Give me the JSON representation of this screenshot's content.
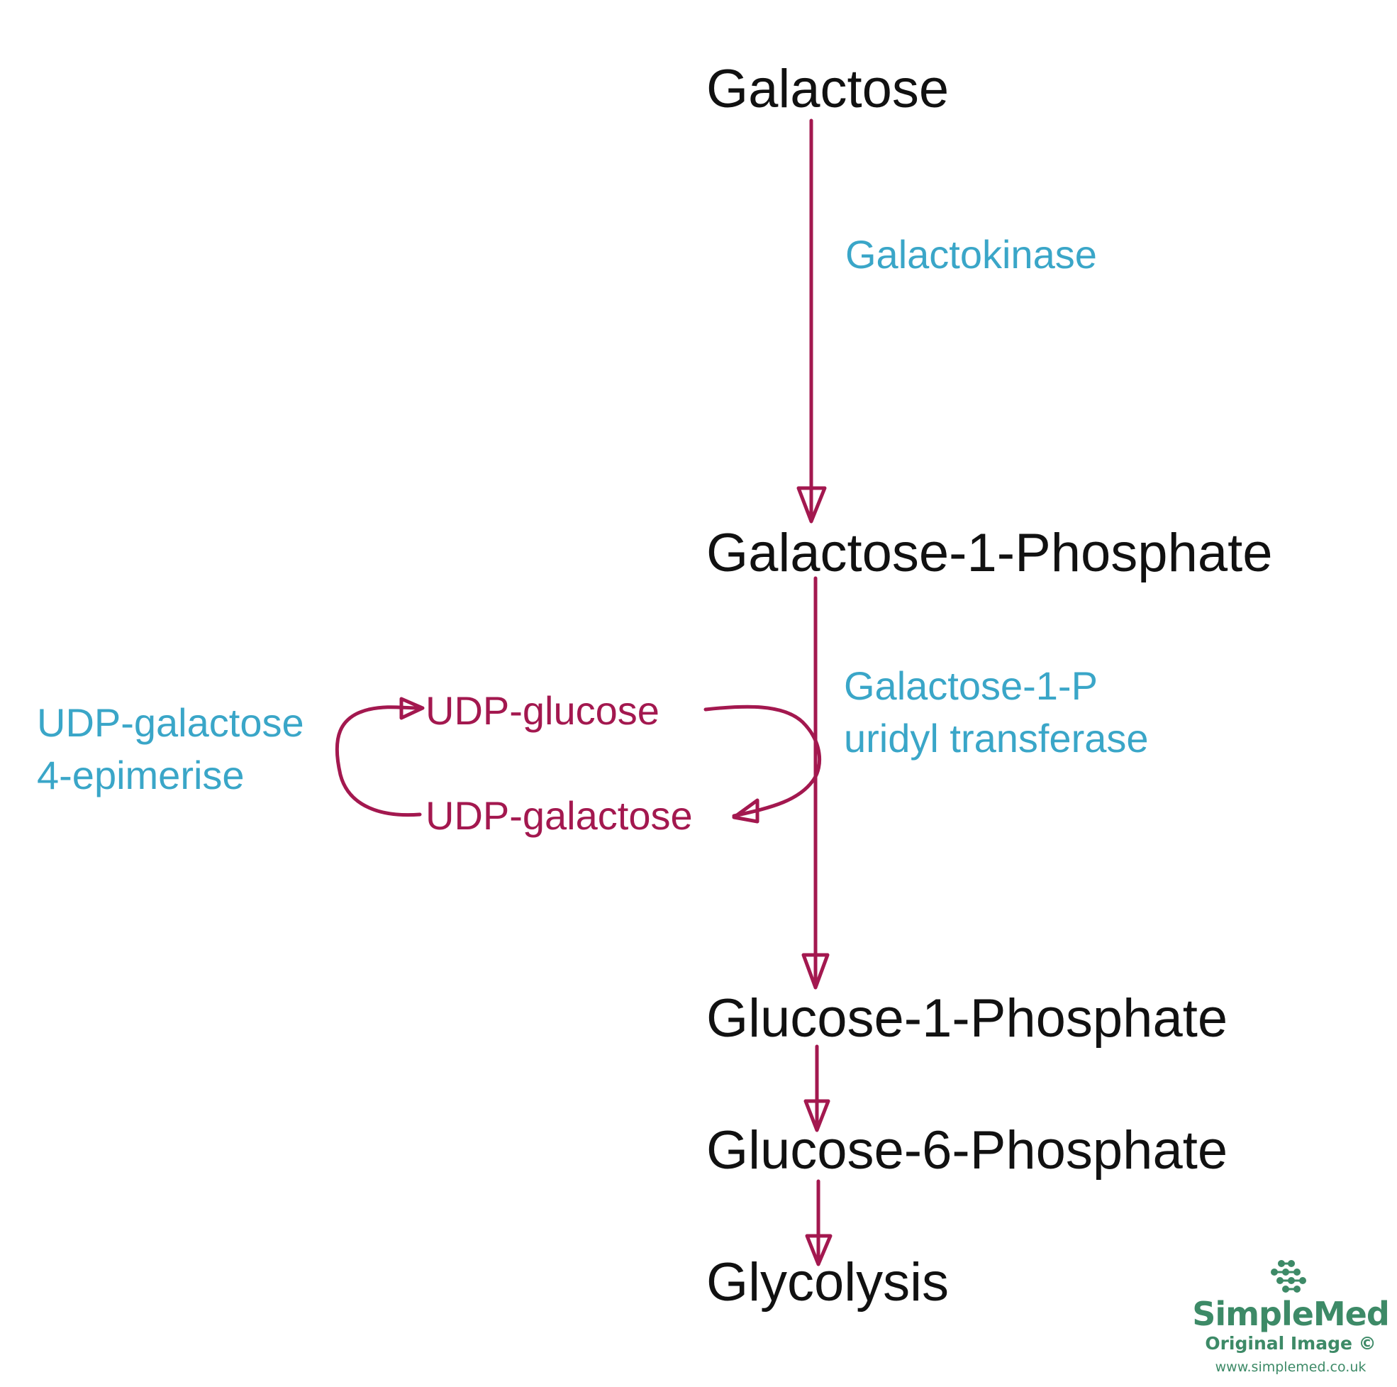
{
  "metabolites": {
    "galactose": "Galactose",
    "galactose_1_phosphate": "Galactose-1-Phosphate",
    "glucose_1_phosphate": "Glucose-1-Phosphate",
    "glucose_6_phosphate": "Glucose-6-Phosphate",
    "glycolysis": "Glycolysis"
  },
  "enzymes": {
    "galactokinase": "Galactokinase",
    "uridyl_transferase_line1": "Galactose-1-P",
    "uridyl_transferase_line2": "uridyl transferase",
    "epimerase_line1": "UDP-galactose",
    "epimerase_line2": "4-epimerise"
  },
  "cycle": {
    "udp_glucose": "UDP-glucose",
    "udp_galactose": "UDP-galactose"
  },
  "watermark": {
    "brand": "SimpleMed",
    "subtitle": "Original Image ©",
    "url": "www.simplemed.co.uk"
  },
  "colors": {
    "metabolite_text": "#111111",
    "enzyme_text": "#3aa6c8",
    "arrow": "#a3184f",
    "logo": "#3d8a67"
  }
}
